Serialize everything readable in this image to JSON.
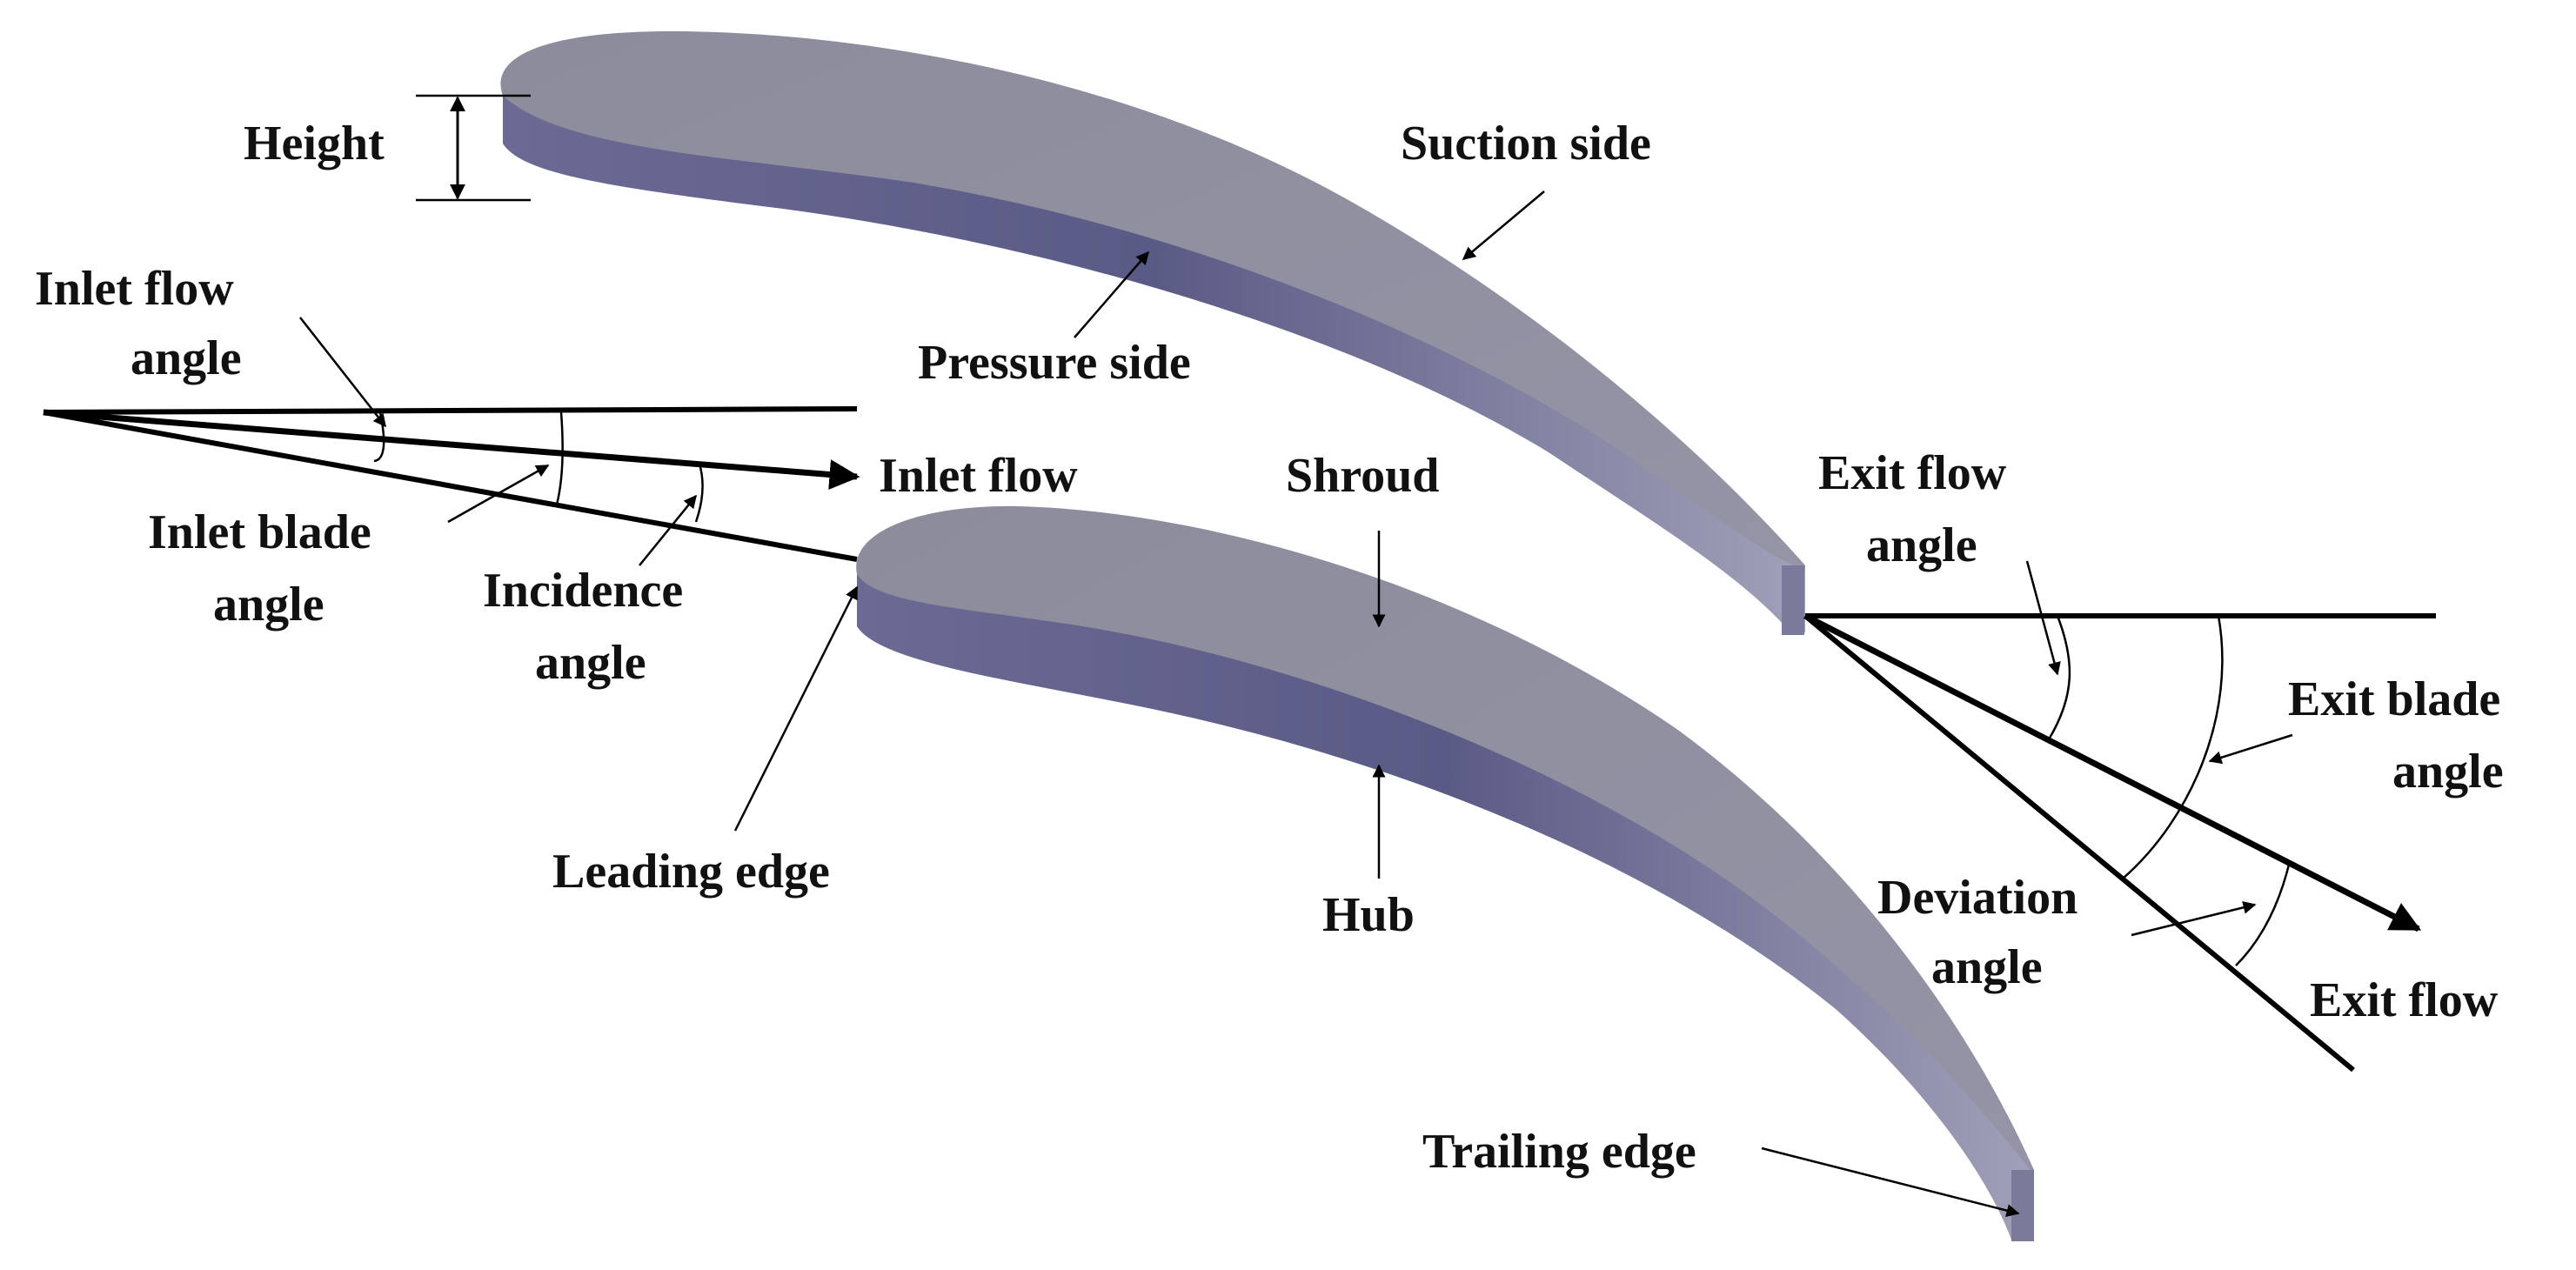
{
  "labels": {
    "height": "Height",
    "suction_side": "Suction side",
    "pressure_side": "Pressure side",
    "inlet_flow_angle_1": "Inlet flow",
    "inlet_flow_angle_2": "angle",
    "inlet_flow": "Inlet flow",
    "inlet_blade_angle_1": "Inlet blade",
    "inlet_blade_angle_2": "angle",
    "incidence_angle_1": "Incidence",
    "incidence_angle_2": "angle",
    "shroud": "Shroud",
    "leading_edge": "Leading edge",
    "hub": "Hub",
    "trailing_edge": "Trailing edge",
    "exit_flow_angle_1": "Exit flow",
    "exit_flow_angle_2": "angle",
    "exit_blade_angle_1": "Exit blade",
    "exit_blade_angle_2": "angle",
    "deviation_angle_1": "Deviation",
    "deviation_angle_2": "angle",
    "exit_flow": "Exit flow"
  },
  "colors": {
    "blade_top": "#8e8e9e",
    "blade_side_dark": "#5c5c86",
    "blade_side_light": "#9a9ab4",
    "line": "#000000",
    "text": "#111111"
  }
}
